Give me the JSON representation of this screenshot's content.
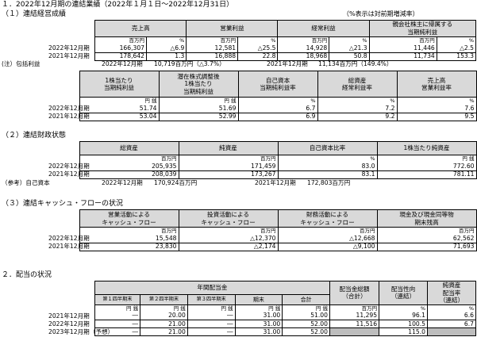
{
  "title": "１．2022年12月期の連結業績（2022年１月１日～2022年12月31日）",
  "s1": {
    "title": "（１）連結経営成績",
    "note": "（%表示は対前期増減率）",
    "headers": [
      "売上高",
      "営業利益",
      "経常利益",
      "親会社株主に帰属する当期純利益"
    ],
    "headers_line1_4": "親会社株主に帰属する",
    "headers_line2_4": "当期純利益",
    "unit_m": "百万円",
    "unit_p": "%",
    "rows": [
      {
        "label": "2022年12月期",
        "c": [
          "166,307",
          "△6.9",
          "12,581",
          "△25.5",
          "14,928",
          "△21.3",
          "11,446",
          "△2.5"
        ]
      },
      {
        "label": "2021年12月期",
        "c": [
          "178,642",
          "1.3",
          "16,888",
          "22.8",
          "18,968",
          "50.8",
          "11,734",
          "153.3"
        ]
      }
    ],
    "comp_note": "(注）包括利益",
    "comp_a": "2022年12月期",
    "comp_b": "10,719百万円（△3.7%）",
    "comp_c": "2021年12月期",
    "comp_d": "11,134百万円（149.4%）"
  },
  "s1b": {
    "h1a": "1株当たり",
    "h1b": "当期純利益",
    "h2a": "潜在株式調整後",
    "h2b": "1株当たり",
    "h2c": "当期純利益",
    "h3a": "自己資本",
    "h3b": "当期純利益率",
    "h4a": "総資産",
    "h4b": "経常利益率",
    "h5a": "売上高",
    "h5b": "営業利益率",
    "u1": "円 銭",
    "u2": "円 銭",
    "u3": "%",
    "u4": "%",
    "u5": "%",
    "rows": [
      {
        "label": "2022年12月期",
        "c": [
          "51.74",
          "51.69",
          "6.7",
          "7.2",
          "7.6"
        ]
      },
      {
        "label": "2021年12月期",
        "c": [
          "53.04",
          "52.99",
          "6.9",
          "9.2",
          "9.5"
        ]
      }
    ]
  },
  "s2": {
    "title": "（２）連結財政状態",
    "headers": [
      "総資産",
      "純資産",
      "自己資本比率",
      "1株当たり純資産"
    ],
    "units": [
      "百万円",
      "百万円",
      "%",
      "円 銭"
    ],
    "rows": [
      {
        "label": "2022年12月期",
        "c": [
          "205,935",
          "171,459",
          "83.0",
          "772.60"
        ]
      },
      {
        "label": "2021年12月期",
        "c": [
          "208,039",
          "173,267",
          "83.1",
          "781.11"
        ]
      }
    ],
    "ref": "（参考）自己資本",
    "ref_a": "2022年12月期",
    "ref_b": "170,924百万円",
    "ref_c": "2021年12月期",
    "ref_d": "172,803百万円"
  },
  "s3": {
    "title": "（３）連結キャッシュ・フローの状況",
    "h1a": "営業活動による",
    "h1b": "キャッシュ・フロー",
    "h2a": "投資活動による",
    "h2b": "キャッシュ・フロー",
    "h3a": "財務活動による",
    "h3b": "キャッシュ・フロー",
    "h4a": "現金及び現金同等物",
    "h4b": "期末残高",
    "units": [
      "百万円",
      "百万円",
      "百万円",
      "百万円"
    ],
    "rows": [
      {
        "label": "2022年12月期",
        "c": [
          "15,548",
          "△12,370",
          "△12,668",
          "62,562"
        ]
      },
      {
        "label": "2021年12月期",
        "c": [
          "23,830",
          "△2,174",
          "△9,100",
          "71,693"
        ]
      }
    ]
  },
  "s4": {
    "title": "２．配当の状況",
    "h_annual": "年間配当金",
    "sub": [
      "第１四半期末",
      "第２四半期末",
      "第３四半期末",
      "期末",
      "合計"
    ],
    "h_total_a": "配当金総額",
    "h_total_b": "（合計）",
    "h_payout_a": "配当性向",
    "h_payout_b": "（連結）",
    "h_ratio_a": "純資産",
    "h_ratio_b": "配当率",
    "h_ratio_c": "（連結）",
    "units": [
      "円 銭",
      "円 銭",
      "円 銭",
      "円 銭",
      "円 銭",
      "百万円",
      "%",
      "%"
    ],
    "rows": [
      {
        "label": "2021年12月期",
        "c": [
          "―",
          "20.00",
          "―",
          "31.00",
          "51.00",
          "11,295",
          "96.1",
          "6.6"
        ]
      },
      {
        "label": "2022年12月期",
        "c": [
          "―",
          "21.00",
          "―",
          "31.00",
          "52.00",
          "11,516",
          "100.5",
          "6.7"
        ]
      },
      {
        "label": "2023年12月期（予想）",
        "c": [
          "―",
          "21.00",
          "―",
          "31.00",
          "52.00",
          "",
          "115.0",
          ""
        ]
      }
    ]
  }
}
